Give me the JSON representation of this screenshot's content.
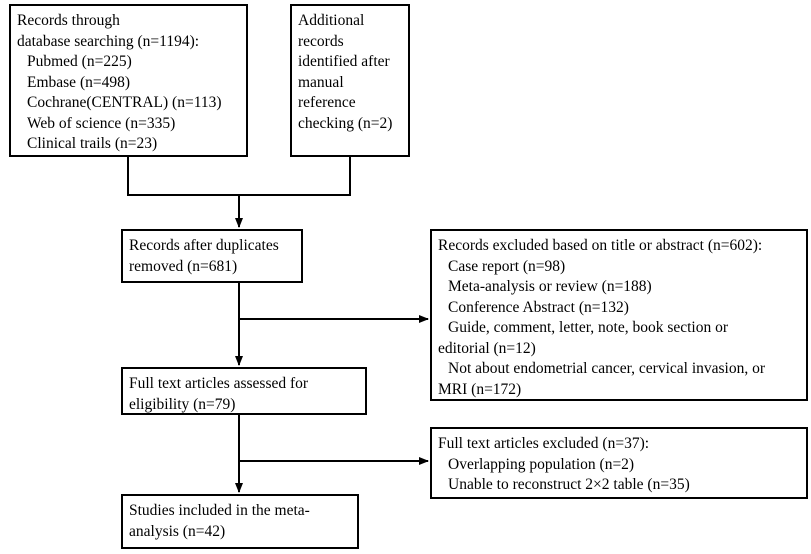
{
  "flowchart": {
    "search_box": {
      "lines": [
        "Records through",
        "database searching (n=1194):",
        "Pubmed (n=225)",
        "Embase (n=498)",
        "Cochrane(CENTRAL) (n=113)",
        "Web of science  (n=335)",
        "Clinical trails  (n=23)"
      ]
    },
    "additional_box": {
      "lines": [
        "Additional",
        "records",
        "identified after",
        "manual",
        "reference",
        "checking (n=2)"
      ]
    },
    "duplicates_box": {
      "lines": [
        "Records after duplicates",
        "removed (n=681)"
      ]
    },
    "excluded_title_box": {
      "lines": [
        "Records excluded based on title or abstract (n=602):",
        "Case report (n=98)",
        "Meta-analysis or review (n=188)",
        "Conference Abstract (n=132)",
        "Guide, comment, letter, note, book section or",
        "editorial (n=12)",
        "Not about endometrial cancer, cervical invasion, or",
        "MRI (n=172)"
      ]
    },
    "fulltext_box": {
      "lines": [
        "Full text articles assessed for",
        "eligibility (n=79)"
      ]
    },
    "excluded_fulltext_box": {
      "lines": [
        "Full text articles excluded (n=37):",
        "Overlapping population (n=2)",
        "Unable to reconstruct 2×2 table (n=35)"
      ]
    },
    "included_box": {
      "lines": [
        "Studies included in the meta-",
        "analysis (n=42)"
      ]
    }
  },
  "colors": {
    "stroke": "#000000",
    "background": "#ffffff"
  }
}
